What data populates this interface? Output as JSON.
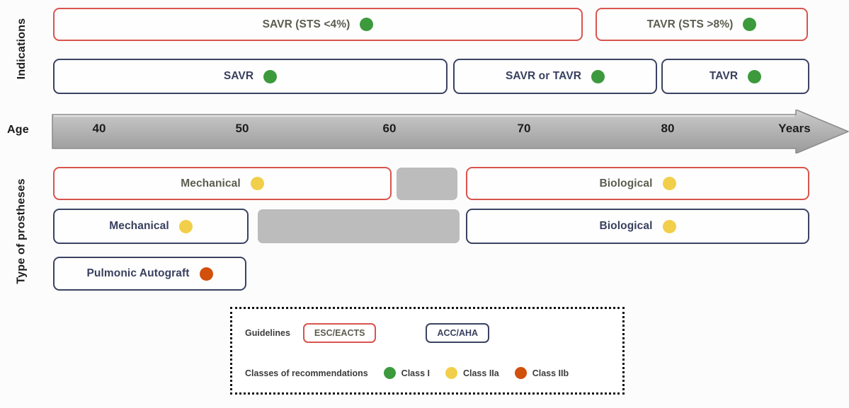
{
  "colors": {
    "esc_border": "#d9544d",
    "acc_border": "#3b4262",
    "class_i": "#3c9a3c",
    "class_iia": "#f2cf4a",
    "class_iib": "#d1500c",
    "grey_block": "#bcbcbc",
    "arrow_grey": "#b2b2b2"
  },
  "sections": {
    "indications_label": "Indications",
    "age_label": "Age",
    "prostheses_label": "Type of prostheses"
  },
  "indications": {
    "esc_row": [
      {
        "label": "SAVR (STS <4%)",
        "dot": "class_i"
      },
      {
        "label": "TAVR (STS >8%)",
        "dot": "class_i"
      }
    ],
    "acc_row": [
      {
        "label": "SAVR",
        "dot": "class_i"
      },
      {
        "label": "SAVR or TAVR",
        "dot": "class_i"
      },
      {
        "label": "TAVR",
        "dot": "class_i"
      }
    ]
  },
  "age_axis": {
    "unit_label": "Years",
    "ticks": [
      "40",
      "50",
      "60",
      "70",
      "80"
    ]
  },
  "prostheses": {
    "esc_row": [
      {
        "label": "Mechanical",
        "dot": "class_iia"
      },
      {
        "label": "Biological",
        "dot": "class_iia"
      }
    ],
    "acc_row": [
      {
        "label": "Mechanical",
        "dot": "class_iia"
      },
      {
        "label": "Biological",
        "dot": "class_iia"
      }
    ],
    "acc_row2": [
      {
        "label": "Pulmonic Autograft",
        "dot": "class_iib"
      }
    ]
  },
  "legend": {
    "guidelines_caption": "Guidelines",
    "guideline_chips": [
      "ESC/EACTS",
      "ACC/AHA"
    ],
    "classes_caption": "Classes of recommendations",
    "classes": [
      {
        "label": "Class I",
        "color": "#3c9a3c"
      },
      {
        "label": "Class IIa",
        "color": "#f2cf4a"
      },
      {
        "label": "Class IIb",
        "color": "#d1500c"
      }
    ]
  }
}
